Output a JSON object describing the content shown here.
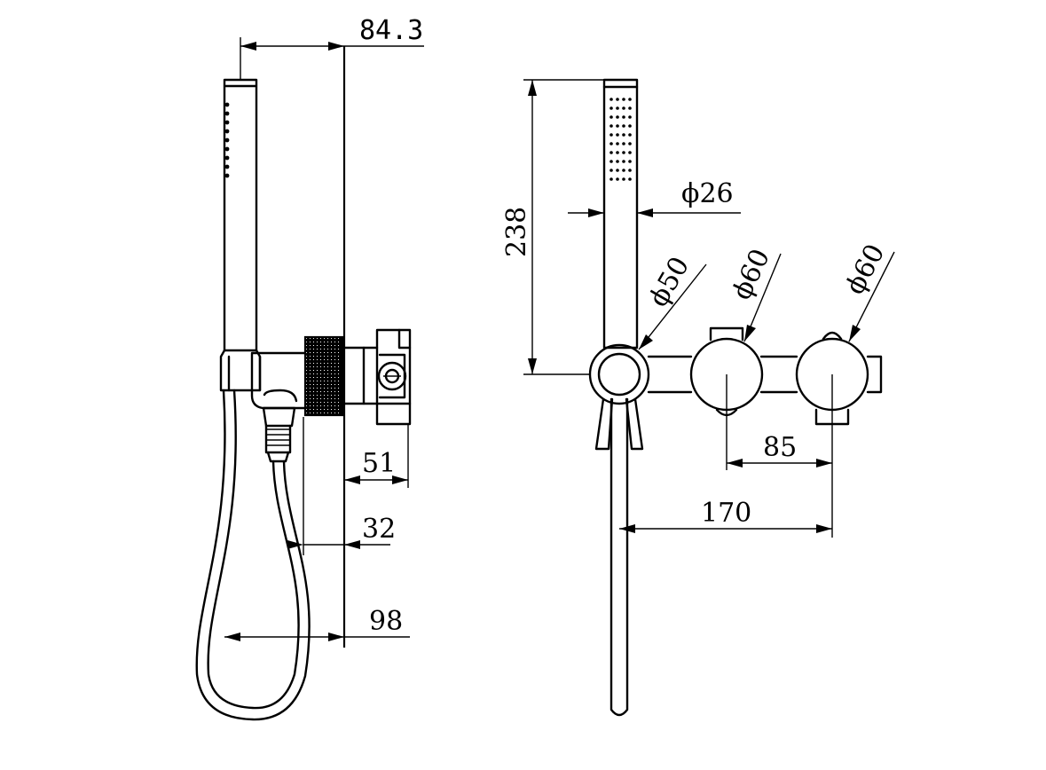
{
  "diagram": {
    "side_view": {
      "dim_projection": "84.3",
      "dim_backplate": "51",
      "dim_outlet": "32",
      "dim_hose_loop": "98"
    },
    "front_view": {
      "dim_handset_height": "238",
      "dim_handset_diameter": "ϕ26",
      "dim_holder_diameter": "ϕ50",
      "dim_handle1_diameter": "ϕ60",
      "dim_handle2_diameter": "ϕ60",
      "dim_handle_spacing": "85",
      "dim_overall_width": "170"
    }
  }
}
